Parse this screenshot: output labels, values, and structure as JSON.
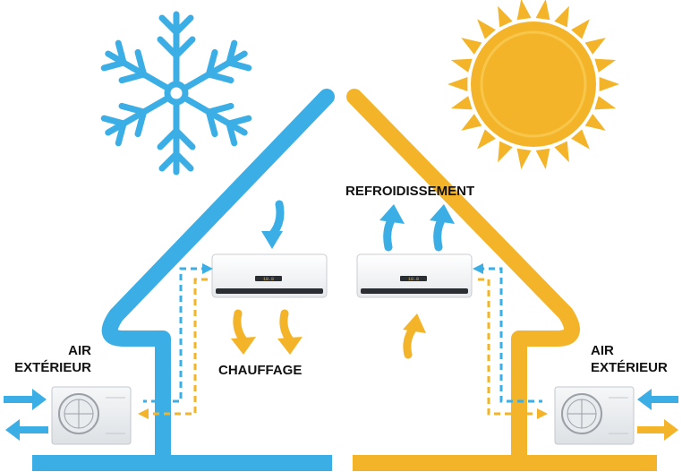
{
  "labels": {
    "left_outdoor_line1": "AIR",
    "left_outdoor_line2": "EXTÉRIEUR",
    "right_outdoor_line1": "AIR",
    "right_outdoor_line2": "EXTÉRIEUR",
    "heating": "CHAUFFAGE",
    "cooling": "REFROIDISSEMENT"
  },
  "indoor_unit_display": {
    "left": "18.8",
    "right": "18.8"
  },
  "icons": {
    "cold_symbol": "snowflake-icon",
    "hot_symbol": "sun-icon",
    "outdoor_unit": "outdoor-ac-unit-icon",
    "indoor_unit": "indoor-ac-unit-icon"
  },
  "colors": {
    "cold": "#3BAEE5",
    "warm": "#F3B429",
    "text": "#111111"
  }
}
